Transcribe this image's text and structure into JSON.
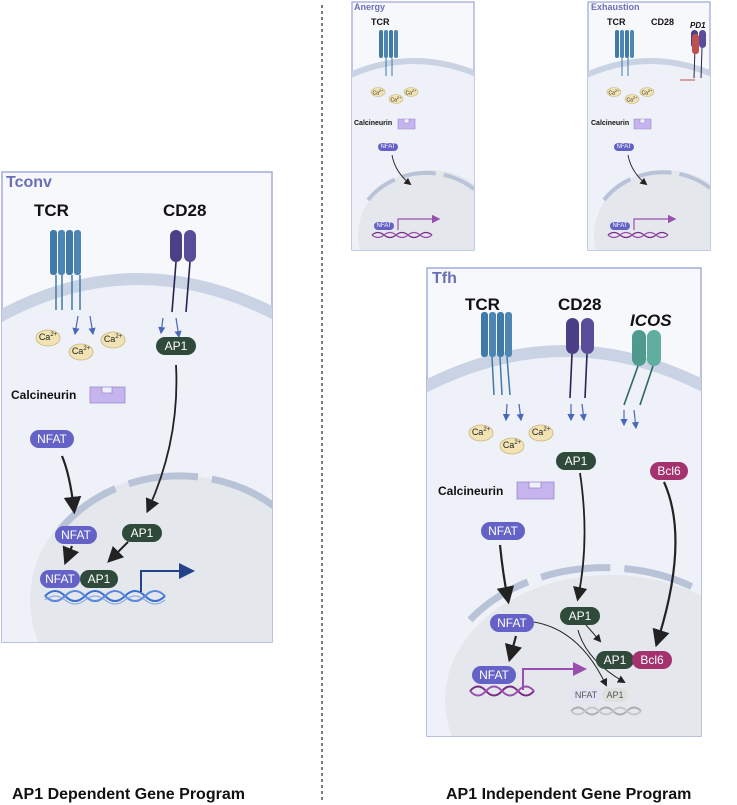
{
  "colors": {
    "panel_border": "#9fa8d6",
    "panel_title": "#6a6fb5",
    "membrane": "#c7d2e3",
    "nucleus": "#e3e8ee",
    "tcr": "#3f7aa8",
    "cd28": "#4b3f86",
    "icos": "#4f9a8e",
    "pd1": "#c0504d",
    "nfat": "#6461c7",
    "ap1": "#2f4a3a",
    "bcl6": "#a3326f",
    "calcineurin": "#c6b4ee",
    "ca": "#f1e3b3",
    "dna_blue": "#3b6fd1",
    "dna_purple": "#7a2b84"
  },
  "tconv": {
    "title": "Tconv",
    "tcr": "TCR",
    "cd28": "CD28",
    "ca": "Ca",
    "ca_sup": "2+",
    "calcineurin": "Calcineurin",
    "nfat": "NFAT",
    "ap1": "AP1"
  },
  "anergy": {
    "title": "Anergy",
    "tcr": "TCR",
    "calcineurin": "Calcineurin",
    "nfat": "NFAT"
  },
  "exhaustion": {
    "title": "Exhaustion",
    "tcr": "TCR",
    "cd28": "CD28",
    "pd1": "PD1",
    "calcineurin": "Calcineurin",
    "nfat": "NFAT"
  },
  "tfh": {
    "title": "Tfh",
    "tcr": "TCR",
    "cd28": "CD28",
    "icos": "ICOS",
    "calcineurin": "Calcineurin",
    "nfat": "NFAT",
    "ap1": "AP1",
    "bcl6": "Bcl6"
  },
  "captions": {
    "left": "AP1 Dependent Gene Program",
    "right": "AP1 Independent Gene Program"
  }
}
